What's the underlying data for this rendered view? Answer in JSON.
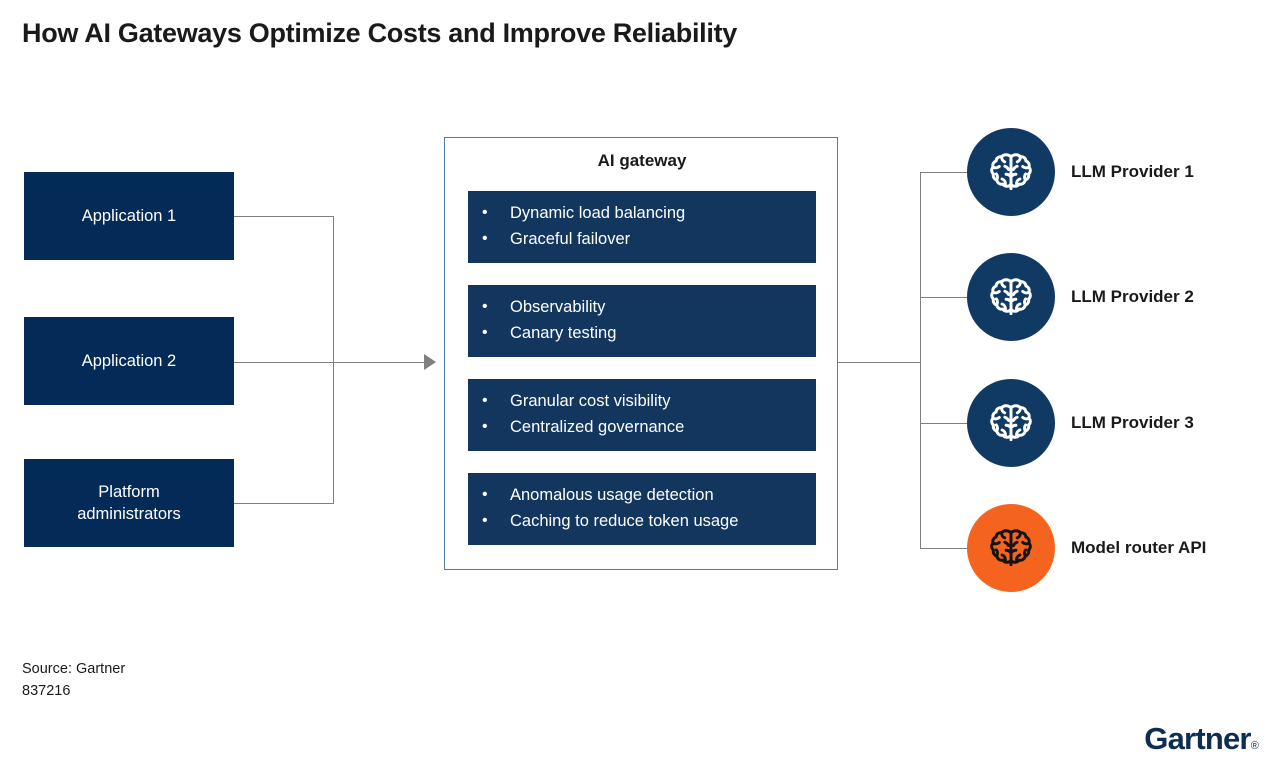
{
  "title": "How AI Gateways Optimize Costs and Improve Reliability",
  "colors": {
    "navy": "#042b57",
    "panel_navy": "#12365e",
    "accent_orange": "#f4641e",
    "connector_gray": "#808080",
    "panel_border": "#4f7fa8",
    "logo_navy": "#0f2d52"
  },
  "sources": [
    {
      "label": "Application 1"
    },
    {
      "label": "Application 2"
    },
    {
      "label": "Platform\nadministrators"
    }
  ],
  "gateway": {
    "title": "AI gateway",
    "blocks": [
      {
        "bullets": [
          "Dynamic load balancing",
          "Graceful failover"
        ]
      },
      {
        "bullets": [
          "Observability",
          "Canary testing"
        ]
      },
      {
        "bullets": [
          "Granular cost visibility",
          "Centralized governance"
        ]
      },
      {
        "bullets": [
          "Anomalous usage detection",
          "Caching to reduce token usage"
        ]
      }
    ],
    "bullet_glyph": "•"
  },
  "providers": [
    {
      "label": "LLM Provider 1",
      "icon": "brain-icon",
      "style": "navy"
    },
    {
      "label": "LLM Provider 2",
      "icon": "brain-icon",
      "style": "navy"
    },
    {
      "label": "LLM Provider 3",
      "icon": "brain-icon",
      "style": "navy"
    },
    {
      "label": "Model router API",
      "icon": "brain-icon",
      "style": "accent"
    }
  ],
  "footer": {
    "source": "Source: Gartner",
    "doc_id": "837216",
    "logo_text": "Gartner",
    "logo_mark": "®"
  }
}
